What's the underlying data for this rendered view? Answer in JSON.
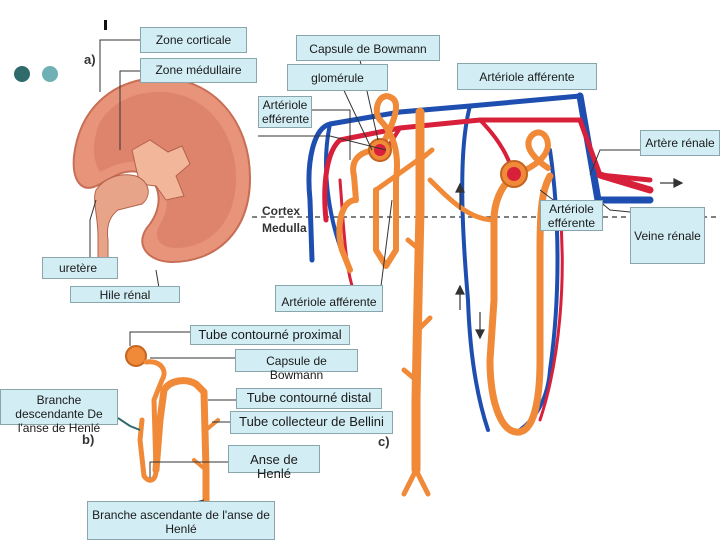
{
  "colors": {
    "kidney": "#e8947a",
    "tubule": "#f08a38",
    "artery": "#d8203a",
    "vein": "#1e4fb0",
    "label_bg": "#d2eef4",
    "dot_dark": "#2f6b6b",
    "dot_light": "#6fb0b5"
  },
  "panel_letters": {
    "a": "a)",
    "b": "b)",
    "c": "c)"
  },
  "zones": {
    "cortex": "Cortex",
    "medulla": "Medulla"
  },
  "labels": {
    "zone_corticale": "Zone corticale",
    "zone_medullaire": "Zone médullaire",
    "capsule_bowmann_top": "Capsule de Bowmann",
    "glomerule": "glomérule",
    "arteriole_afferente_top": "Artériole afférente",
    "arteriole_efferente_top": "Artériole efférente",
    "artere_renale": "Artère rénale",
    "arteriole_efferente_right": "Artériole efférente",
    "veine_renale": "Veine rénale",
    "uretere": "uretère",
    "hile_renal": "Hile rénal",
    "arteriole_afferente_mid": "Artériole afférente",
    "tube_contourne_proximal": "Tube contourné proximal",
    "capsule_bowmann_mid": "Capsule de  Bowmann",
    "branche_descendante": "Branche descendante De l'anse de Henlé",
    "tube_contourne_distal": "Tube contourné distal",
    "tube_collecteur": "Tube collecteur de Bellini",
    "anse_henle": "Anse de Henlé",
    "branche_ascendante": "Branche ascendante de l'anse de Henlé"
  }
}
